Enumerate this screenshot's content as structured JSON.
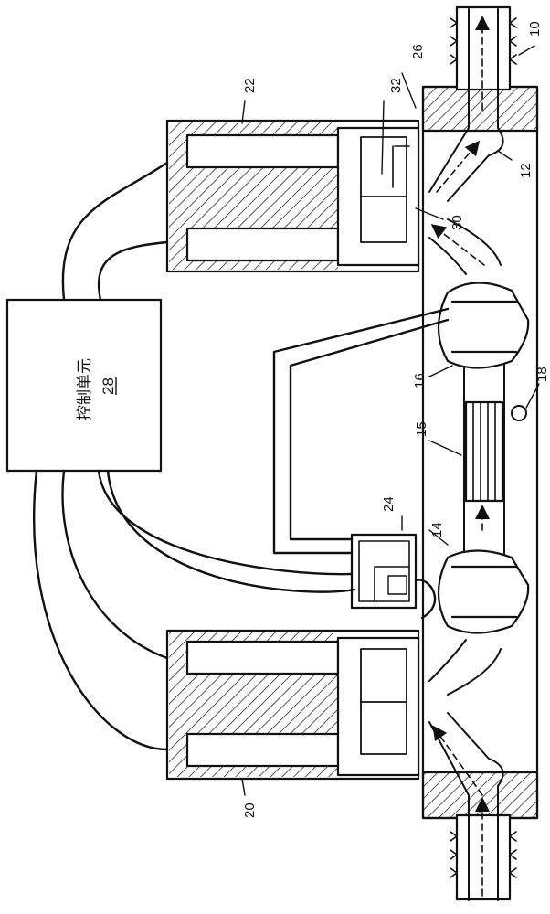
{
  "figure": {
    "control_unit": {
      "text": "控制单元",
      "number": "28"
    },
    "labels": {
      "l10": "10",
      "l12": "12",
      "l14": "14",
      "l15": "15",
      "l16": "16",
      "l18": "18",
      "l20": "20",
      "l22": "22",
      "l24": "24",
      "l26": "26",
      "l30": "30",
      "l32": "32"
    }
  },
  "colors": {
    "ink": "#111111",
    "background": "#ffffff"
  }
}
